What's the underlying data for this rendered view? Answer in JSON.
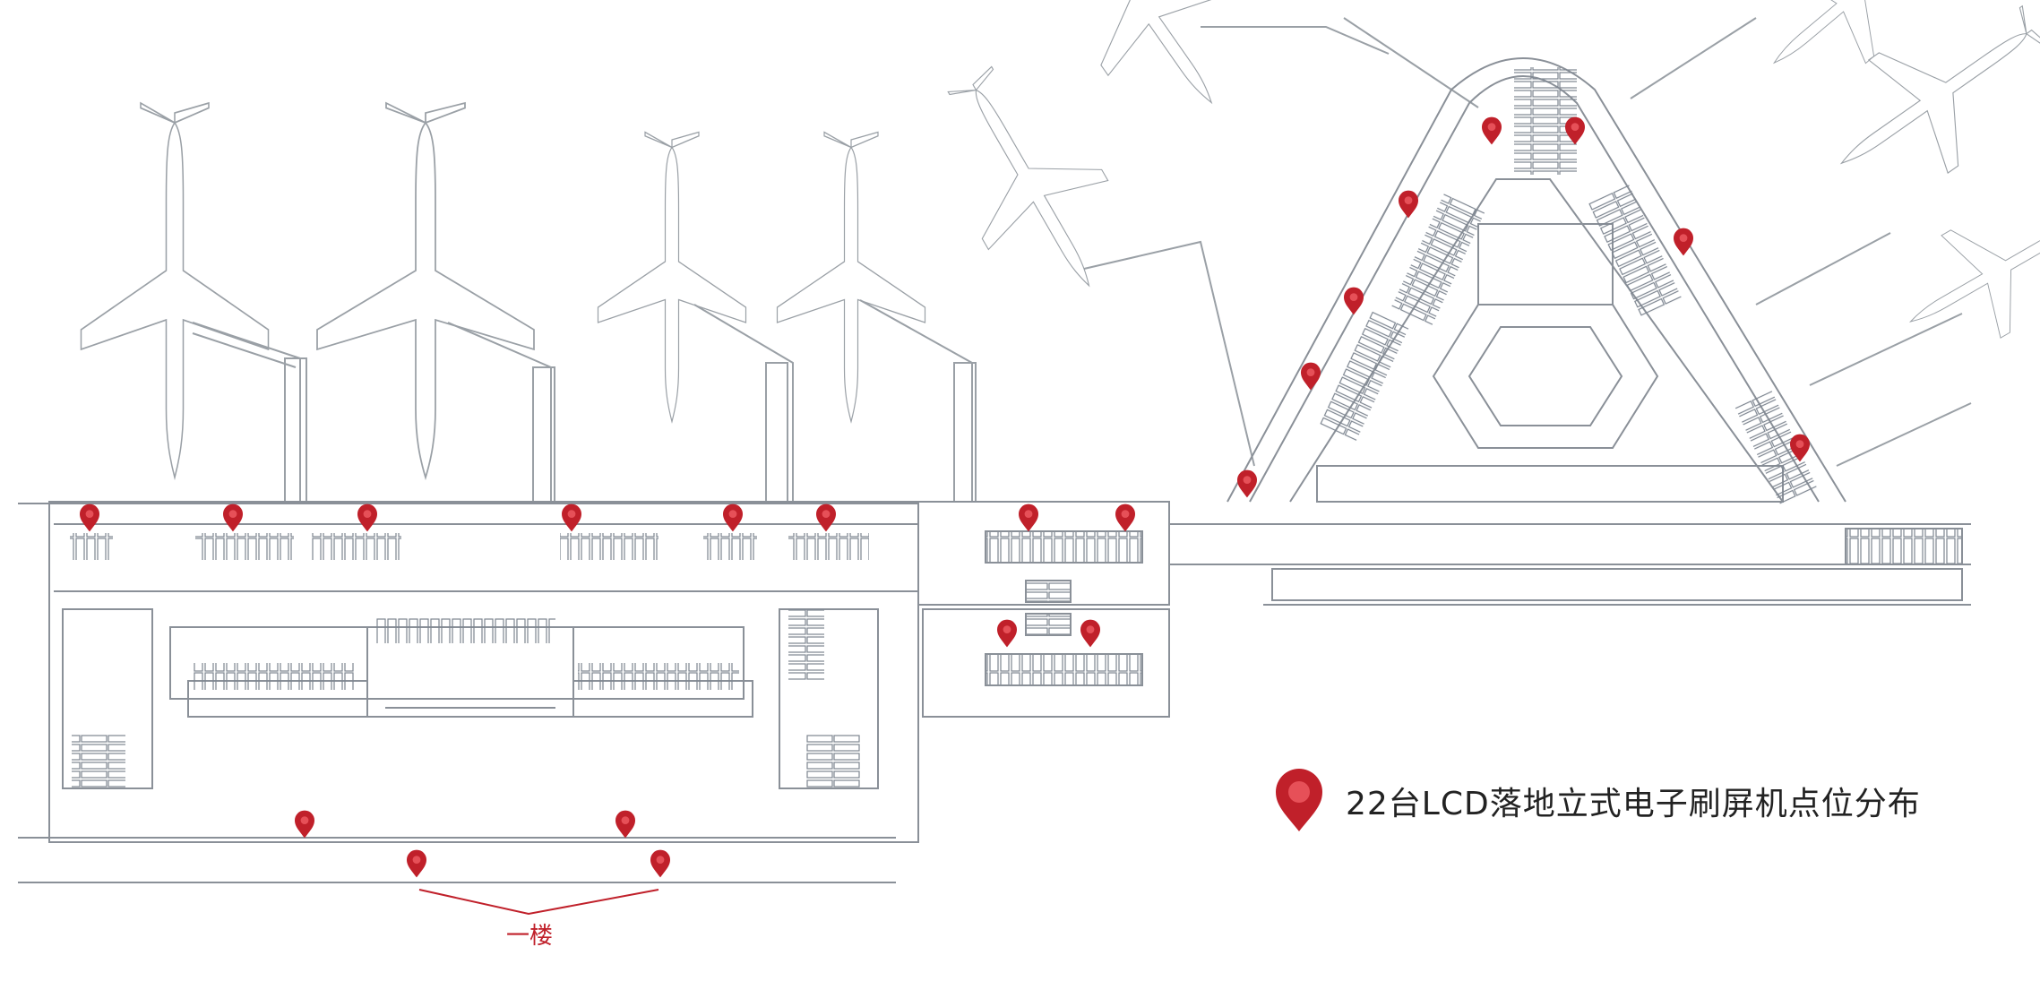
{
  "legend": {
    "text": "22台LCD落地立式电子刷屏机点位分布"
  },
  "floor_label": "一楼",
  "marker_count": 22,
  "colors": {
    "marker": "#c0202a",
    "lines": "#9aa0a6",
    "background": "#ffffff"
  }
}
